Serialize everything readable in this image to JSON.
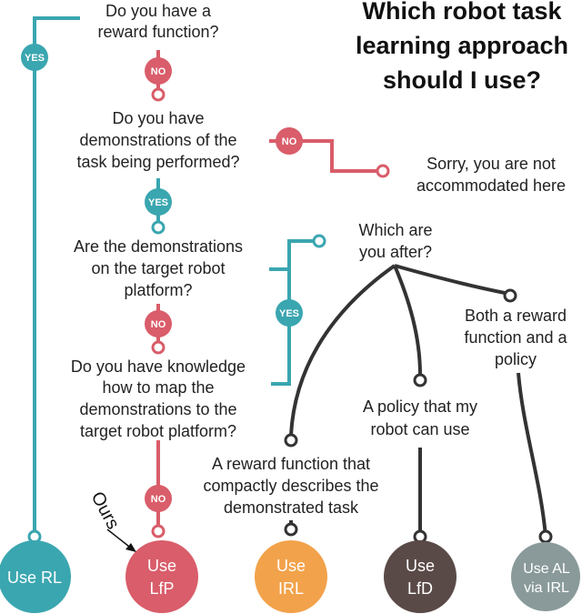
{
  "title": [
    "Which robot task",
    "learning approach",
    "should I use?"
  ],
  "questions": {
    "q1": [
      "Do you have a",
      "reward function?"
    ],
    "q2": [
      "Do you have",
      "demonstrations of the",
      "task being performed?"
    ],
    "q3": [
      "Are the demonstrations",
      "on the target robot",
      "platform?"
    ],
    "q4": [
      "Do you have knowledge",
      "how to map the",
      "demonstrations to the",
      "target robot platform?"
    ],
    "q5": [
      "Which are",
      "you after?"
    ]
  },
  "answers": {
    "sorry": [
      "Sorry, you are not",
      "accommodated here"
    ],
    "reward": [
      "A reward function that",
      "compactly describes the",
      "demonstrated task"
    ],
    "policy": [
      "A policy that my",
      "robot can use"
    ],
    "both": [
      "Both a reward",
      "function and a",
      "policy"
    ]
  },
  "badges": {
    "yes": "YES",
    "no": "NO"
  },
  "leaves": {
    "rl": [
      "Use RL"
    ],
    "lfp": [
      "Use",
      "LfP"
    ],
    "irl": [
      "Use",
      "IRL"
    ],
    "lfd": [
      "Use",
      "LfD"
    ],
    "al": [
      "Use AL",
      "via IRL"
    ]
  },
  "ours_label": "Ours",
  "colors": {
    "teal": "#3aa6b0",
    "red": "#d95d6a",
    "orange": "#f2a24a",
    "brown": "#5a4a47",
    "gray": "#8a9a9a",
    "dark": "#333333"
  }
}
